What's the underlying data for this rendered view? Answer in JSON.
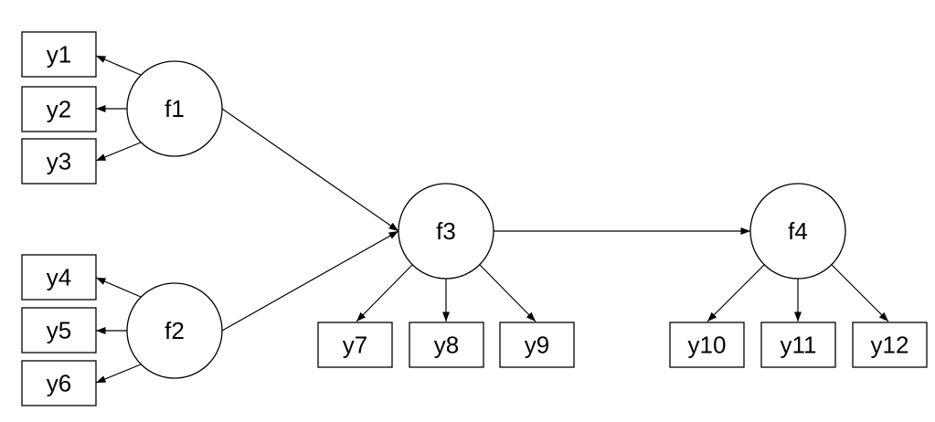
{
  "diagram": {
    "kind": "sem-path-diagram",
    "colors": {
      "stroke": "#000000",
      "node_fill": "#ffffff",
      "text": "#000000",
      "background": "#ffffff"
    },
    "nodes": {
      "f1": {
        "label": "f1",
        "type": "latent",
        "shape": "circle"
      },
      "f2": {
        "label": "f2",
        "type": "latent",
        "shape": "circle"
      },
      "f3": {
        "label": "f3",
        "type": "latent",
        "shape": "circle"
      },
      "f4": {
        "label": "f4",
        "type": "latent",
        "shape": "circle"
      },
      "y1": {
        "label": "y1",
        "type": "observed",
        "shape": "rect"
      },
      "y2": {
        "label": "y2",
        "type": "observed",
        "shape": "rect"
      },
      "y3": {
        "label": "y3",
        "type": "observed",
        "shape": "rect"
      },
      "y4": {
        "label": "y4",
        "type": "observed",
        "shape": "rect"
      },
      "y5": {
        "label": "y5",
        "type": "observed",
        "shape": "rect"
      },
      "y6": {
        "label": "y6",
        "type": "observed",
        "shape": "rect"
      },
      "y7": {
        "label": "y7",
        "type": "observed",
        "shape": "rect"
      },
      "y8": {
        "label": "y8",
        "type": "observed",
        "shape": "rect"
      },
      "y9": {
        "label": "y9",
        "type": "observed",
        "shape": "rect"
      },
      "y10": {
        "label": "y10",
        "type": "observed",
        "shape": "rect"
      },
      "y11": {
        "label": "y11",
        "type": "observed",
        "shape": "rect"
      },
      "y12": {
        "label": "y12",
        "type": "observed",
        "shape": "rect"
      }
    },
    "edges": [
      {
        "from": "f1",
        "to": "y1",
        "style": "single-arrow"
      },
      {
        "from": "f1",
        "to": "y2",
        "style": "single-arrow"
      },
      {
        "from": "f1",
        "to": "y3",
        "style": "single-arrow"
      },
      {
        "from": "f2",
        "to": "y4",
        "style": "single-arrow"
      },
      {
        "from": "f2",
        "to": "y5",
        "style": "single-arrow"
      },
      {
        "from": "f2",
        "to": "y6",
        "style": "single-arrow"
      },
      {
        "from": "f1",
        "to": "f3",
        "style": "single-arrow"
      },
      {
        "from": "f2",
        "to": "f3",
        "style": "single-arrow"
      },
      {
        "from": "f3",
        "to": "y7",
        "style": "single-arrow"
      },
      {
        "from": "f3",
        "to": "y8",
        "style": "single-arrow"
      },
      {
        "from": "f3",
        "to": "y9",
        "style": "single-arrow"
      },
      {
        "from": "f3",
        "to": "f4",
        "style": "single-arrow"
      },
      {
        "from": "f4",
        "to": "y10",
        "style": "single-arrow"
      },
      {
        "from": "f4",
        "to": "y11",
        "style": "single-arrow"
      },
      {
        "from": "f4",
        "to": "y12",
        "style": "single-arrow"
      }
    ]
  }
}
